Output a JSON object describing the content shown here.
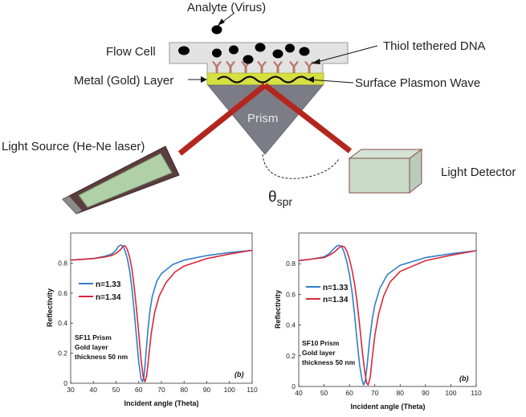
{
  "diagram": {
    "analyte_label": "Analyte (Virus)",
    "flow_cell_label": "Flow Cell",
    "dna_label": "Thiol tethered DNA",
    "metal_label": "Metal (Gold) Layer",
    "spw_label": "Surface Plasmon Wave",
    "prism_label": "Prism",
    "source_label": "Light Source (He-Ne laser)",
    "detector_label": "Light Detector",
    "angle_label_main": "θ",
    "angle_label_sub": "spr",
    "colors": {
      "flow_cell": "#e2e2e2",
      "gold_layer": "#d6e040",
      "prism": "#7c7c86",
      "beam": "#b3261e",
      "receptor": "#b8786c",
      "source_body": "#b0d0a8",
      "detector_body": "#c8dcc8"
    }
  },
  "chart_data": [
    {
      "type": "line",
      "xlabel": "Incident angle (Theta)",
      "ylabel": "Reflectivity",
      "xlim": [
        30,
        110
      ],
      "ylim": [
        0,
        1
      ],
      "xticks": [
        30,
        40,
        50,
        60,
        70,
        80,
        90,
        100,
        110
      ],
      "yticks": [
        0,
        0.2,
        0.4,
        0.6,
        0.8
      ],
      "annotation_lines": [
        "SF11 Prism",
        "Gold layer",
        "thickness 50 nm"
      ],
      "panel_label": "(b)",
      "legend_position": "center-left",
      "series": [
        {
          "name": "n=1.33",
          "color": "#2f7fc8",
          "points": [
            [
              30,
              0.82
            ],
            [
              40,
              0.83
            ],
            [
              45,
              0.845
            ],
            [
              48,
              0.86
            ],
            [
              50,
              0.885
            ],
            [
              51,
              0.91
            ],
            [
              52,
              0.92
            ],
            [
              53,
              0.915
            ],
            [
              54,
              0.88
            ],
            [
              55,
              0.83
            ],
            [
              56,
              0.75
            ],
            [
              57,
              0.63
            ],
            [
              58,
              0.48
            ],
            [
              59,
              0.31
            ],
            [
              60,
              0.14
            ],
            [
              61,
              0.03
            ],
            [
              61.6,
              0.01
            ],
            [
              62.3,
              0.04
            ],
            [
              63,
              0.16
            ],
            [
              64,
              0.35
            ],
            [
              65,
              0.49
            ],
            [
              66,
              0.58
            ],
            [
              68,
              0.68
            ],
            [
              70,
              0.73
            ],
            [
              75,
              0.79
            ],
            [
              80,
              0.82
            ],
            [
              90,
              0.85
            ],
            [
              100,
              0.87
            ],
            [
              110,
              0.885
            ]
          ]
        },
        {
          "name": "n=1.34",
          "color": "#d8283a",
          "points": [
            [
              30,
              0.82
            ],
            [
              40,
              0.83
            ],
            [
              45,
              0.84
            ],
            [
              48,
              0.85
            ],
            [
              50,
              0.865
            ],
            [
              52,
              0.89
            ],
            [
              53,
              0.91
            ],
            [
              54,
              0.915
            ],
            [
              55,
              0.89
            ],
            [
              56,
              0.84
            ],
            [
              57,
              0.76
            ],
            [
              58,
              0.64
            ],
            [
              59,
              0.5
            ],
            [
              60,
              0.33
            ],
            [
              61,
              0.16
            ],
            [
              62,
              0.04
            ],
            [
              62.7,
              0.01
            ],
            [
              63.5,
              0.05
            ],
            [
              64.3,
              0.16
            ],
            [
              65.5,
              0.33
            ],
            [
              67,
              0.47
            ],
            [
              69,
              0.58
            ],
            [
              72,
              0.67
            ],
            [
              76,
              0.74
            ],
            [
              80,
              0.78
            ],
            [
              90,
              0.83
            ],
            [
              100,
              0.86
            ],
            [
              110,
              0.885
            ]
          ]
        }
      ]
    },
    {
      "type": "line",
      "xlabel": "Incident angle (Theta)",
      "ylabel": "Reflectivity",
      "xlim": [
        40,
        110
      ],
      "ylim": [
        0,
        1
      ],
      "xticks": [
        40,
        50,
        60,
        70,
        80,
        90,
        100,
        110
      ],
      "yticks": [
        0,
        0.2,
        0.4,
        0.6,
        0.8
      ],
      "annotation_lines": [
        "SF10 Prism",
        "Gold layer",
        "thickness 50 nm"
      ],
      "panel_label": "(b)",
      "legend_position": "center-left",
      "series": [
        {
          "name": "n=1.33",
          "color": "#2f7fc8",
          "points": [
            [
              40,
              0.82
            ],
            [
              45,
              0.83
            ],
            [
              50,
              0.845
            ],
            [
              52,
              0.865
            ],
            [
              54,
              0.9
            ],
            [
              55,
              0.915
            ],
            [
              56,
              0.92
            ],
            [
              57,
              0.91
            ],
            [
              58,
              0.87
            ],
            [
              59,
              0.81
            ],
            [
              60,
              0.73
            ],
            [
              61,
              0.62
            ],
            [
              62,
              0.47
            ],
            [
              63,
              0.3
            ],
            [
              64,
              0.14
            ],
            [
              65,
              0.04
            ],
            [
              65.6,
              0.01
            ],
            [
              66.3,
              0.04
            ],
            [
              67,
              0.14
            ],
            [
              68,
              0.31
            ],
            [
              69,
              0.44
            ],
            [
              70,
              0.53
            ],
            [
              72,
              0.64
            ],
            [
              75,
              0.73
            ],
            [
              80,
              0.79
            ],
            [
              90,
              0.84
            ],
            [
              100,
              0.865
            ],
            [
              110,
              0.885
            ]
          ]
        },
        {
          "name": "n=1.34",
          "color": "#d8283a",
          "points": [
            [
              40,
              0.82
            ],
            [
              45,
              0.83
            ],
            [
              50,
              0.84
            ],
            [
              52,
              0.855
            ],
            [
              54,
              0.875
            ],
            [
              56,
              0.905
            ],
            [
              57,
              0.915
            ],
            [
              58,
              0.91
            ],
            [
              59,
              0.88
            ],
            [
              60,
              0.83
            ],
            [
              61,
              0.76
            ],
            [
              62,
              0.67
            ],
            [
              63,
              0.55
            ],
            [
              64,
              0.4
            ],
            [
              65,
              0.24
            ],
            [
              66,
              0.1
            ],
            [
              66.8,
              0.02
            ],
            [
              67.4,
              0.01
            ],
            [
              68.2,
              0.06
            ],
            [
              69,
              0.19
            ],
            [
              70,
              0.33
            ],
            [
              71.5,
              0.47
            ],
            [
              73.5,
              0.59
            ],
            [
              76,
              0.68
            ],
            [
              80,
              0.75
            ],
            [
              90,
              0.82
            ],
            [
              100,
              0.855
            ],
            [
              110,
              0.885
            ]
          ]
        }
      ]
    }
  ]
}
